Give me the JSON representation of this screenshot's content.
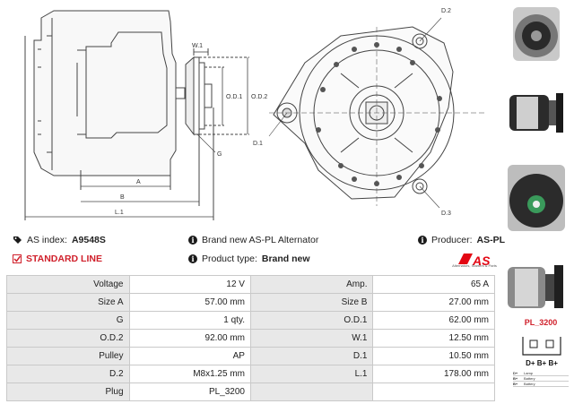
{
  "drawing": {
    "labels": {
      "w1": "W.1",
      "od1": "O.D.1",
      "od2": "O.D.2",
      "g": "G",
      "a": "A",
      "b": "B",
      "l1": "L.1",
      "d1": "D.1",
      "d2": "D.2",
      "d3": "D.3"
    }
  },
  "info": {
    "as_index_label": "AS index:",
    "as_index_value": "A9548S",
    "brand_text": "Brand new AS-PL Alternator",
    "producer_label": "Producer:",
    "producer_value": "AS-PL",
    "standard_line": "STANDARD LINE",
    "product_type_label": "Product type:",
    "product_type_value": "Brand new"
  },
  "logo": {
    "text": "AS",
    "tagline": "Alternators, Starters & Parts"
  },
  "specs": [
    [
      "Voltage",
      "12 V",
      "Amp.",
      "65 A"
    ],
    [
      "Size A",
      "57.00 mm",
      "Size B",
      "27.00 mm"
    ],
    [
      "G",
      "1 qty.",
      "O.D.1",
      "62.00 mm"
    ],
    [
      "O.D.2",
      "92.00 mm",
      "W.1",
      "12.50 mm"
    ],
    [
      "Pulley",
      "AP",
      "D.1",
      "10.50 mm"
    ],
    [
      "D.2",
      "M8x1.25 mm",
      "L.1",
      "178.00 mm"
    ],
    [
      "Plug",
      "PL_3200",
      "",
      ""
    ]
  ],
  "plug": {
    "label": "PL_3200",
    "pins": "D+  B+  B+",
    "legend": [
      {
        "key": "D+",
        "desc": "Lamp"
      },
      {
        "key": "B+",
        "desc": "Battery"
      },
      {
        "key": "B+",
        "desc": "Battery"
      }
    ]
  }
}
